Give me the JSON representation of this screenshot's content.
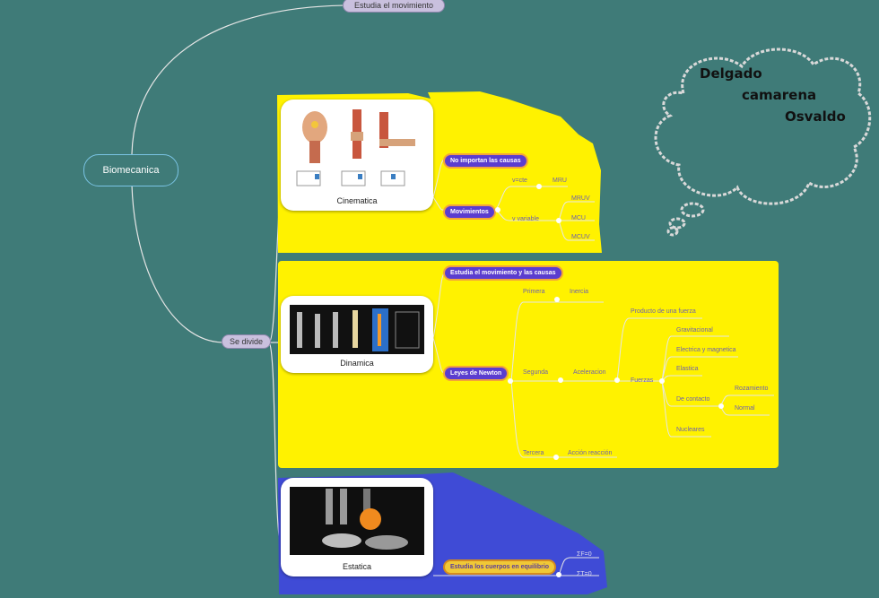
{
  "root": "Biomecanica",
  "top_branch": "Estudia el movimiento",
  "middle_branch": "Se divide",
  "cloud": {
    "line1": "Delgado",
    "line2": "camarena",
    "line3": "Osvaldo"
  },
  "cinematica": {
    "title": "Cinematica",
    "causes": "No importan las causas",
    "movimientos": "Movimientos",
    "v_cte": "v=cte",
    "v_variable": "v     variable",
    "mru": "MRU",
    "mruv": "MRUV",
    "mcu": "MCU",
    "mcuv": "MCUV"
  },
  "dinamica": {
    "title": "Dinamica",
    "causes": "Estudia el movimiento y las causas",
    "leyes": "Leyes de Newton",
    "primera": "Primera",
    "inercia": "Inercia",
    "segunda": "Segunda",
    "aceleracion": "Aceleracion",
    "producto": "Producto de una fuerza",
    "fuerzas": "Fuerzas",
    "gravitacional": "Gravitacional",
    "electrica": "Electrica y magnetica",
    "elastica": "Elastica",
    "de_contacto": "De contacto",
    "rozamiento": "Rozamiento",
    "normal": "Normal",
    "nucleares": "Nucleares",
    "tercera": "Tercera",
    "accion": "Acción reacción"
  },
  "estatica": {
    "title": "Estatica",
    "equilibrio": "Estudia los cuerpos en equilibrio",
    "eq1": "ΣF=0",
    "eq2": "ΣT=0"
  },
  "colors": {
    "background": "#3f7b78",
    "yellow": "#fff200",
    "blue": "#3f4bd6",
    "pill_purple": "#5b3dcf",
    "pill_border": "#f2a33b"
  }
}
